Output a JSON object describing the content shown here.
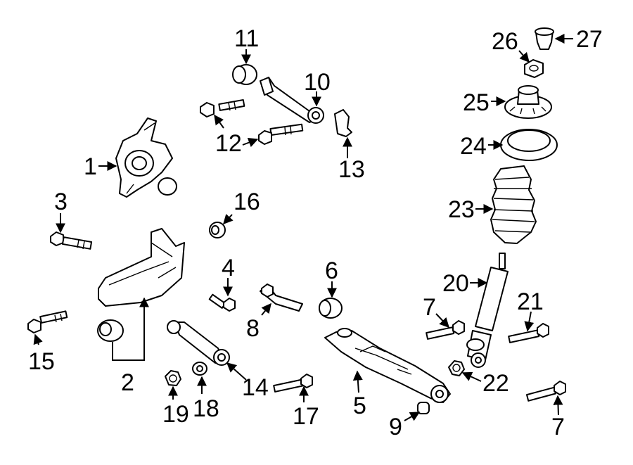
{
  "diagram": {
    "callouts": [
      {
        "id": "c1",
        "label": "1"
      },
      {
        "id": "c2",
        "label": "2"
      },
      {
        "id": "c3",
        "label": "3"
      },
      {
        "id": "c4",
        "label": "4"
      },
      {
        "id": "c5",
        "label": "5"
      },
      {
        "id": "c6",
        "label": "6"
      },
      {
        "id": "c7a",
        "label": "7"
      },
      {
        "id": "c7b",
        "label": "7"
      },
      {
        "id": "c8",
        "label": "8"
      },
      {
        "id": "c9",
        "label": "9"
      },
      {
        "id": "c10",
        "label": "10"
      },
      {
        "id": "c11",
        "label": "11"
      },
      {
        "id": "c12",
        "label": "12"
      },
      {
        "id": "c13",
        "label": "13"
      },
      {
        "id": "c14",
        "label": "14"
      },
      {
        "id": "c15",
        "label": "15"
      },
      {
        "id": "c16",
        "label": "16"
      },
      {
        "id": "c17",
        "label": "17"
      },
      {
        "id": "c18",
        "label": "18"
      },
      {
        "id": "c19",
        "label": "19"
      },
      {
        "id": "c20",
        "label": "20"
      },
      {
        "id": "c21",
        "label": "21"
      },
      {
        "id": "c22",
        "label": "22"
      },
      {
        "id": "c23",
        "label": "23"
      },
      {
        "id": "c24",
        "label": "24"
      },
      {
        "id": "c25",
        "label": "25"
      },
      {
        "id": "c26",
        "label": "26"
      },
      {
        "id": "c27",
        "label": "27"
      }
    ]
  }
}
